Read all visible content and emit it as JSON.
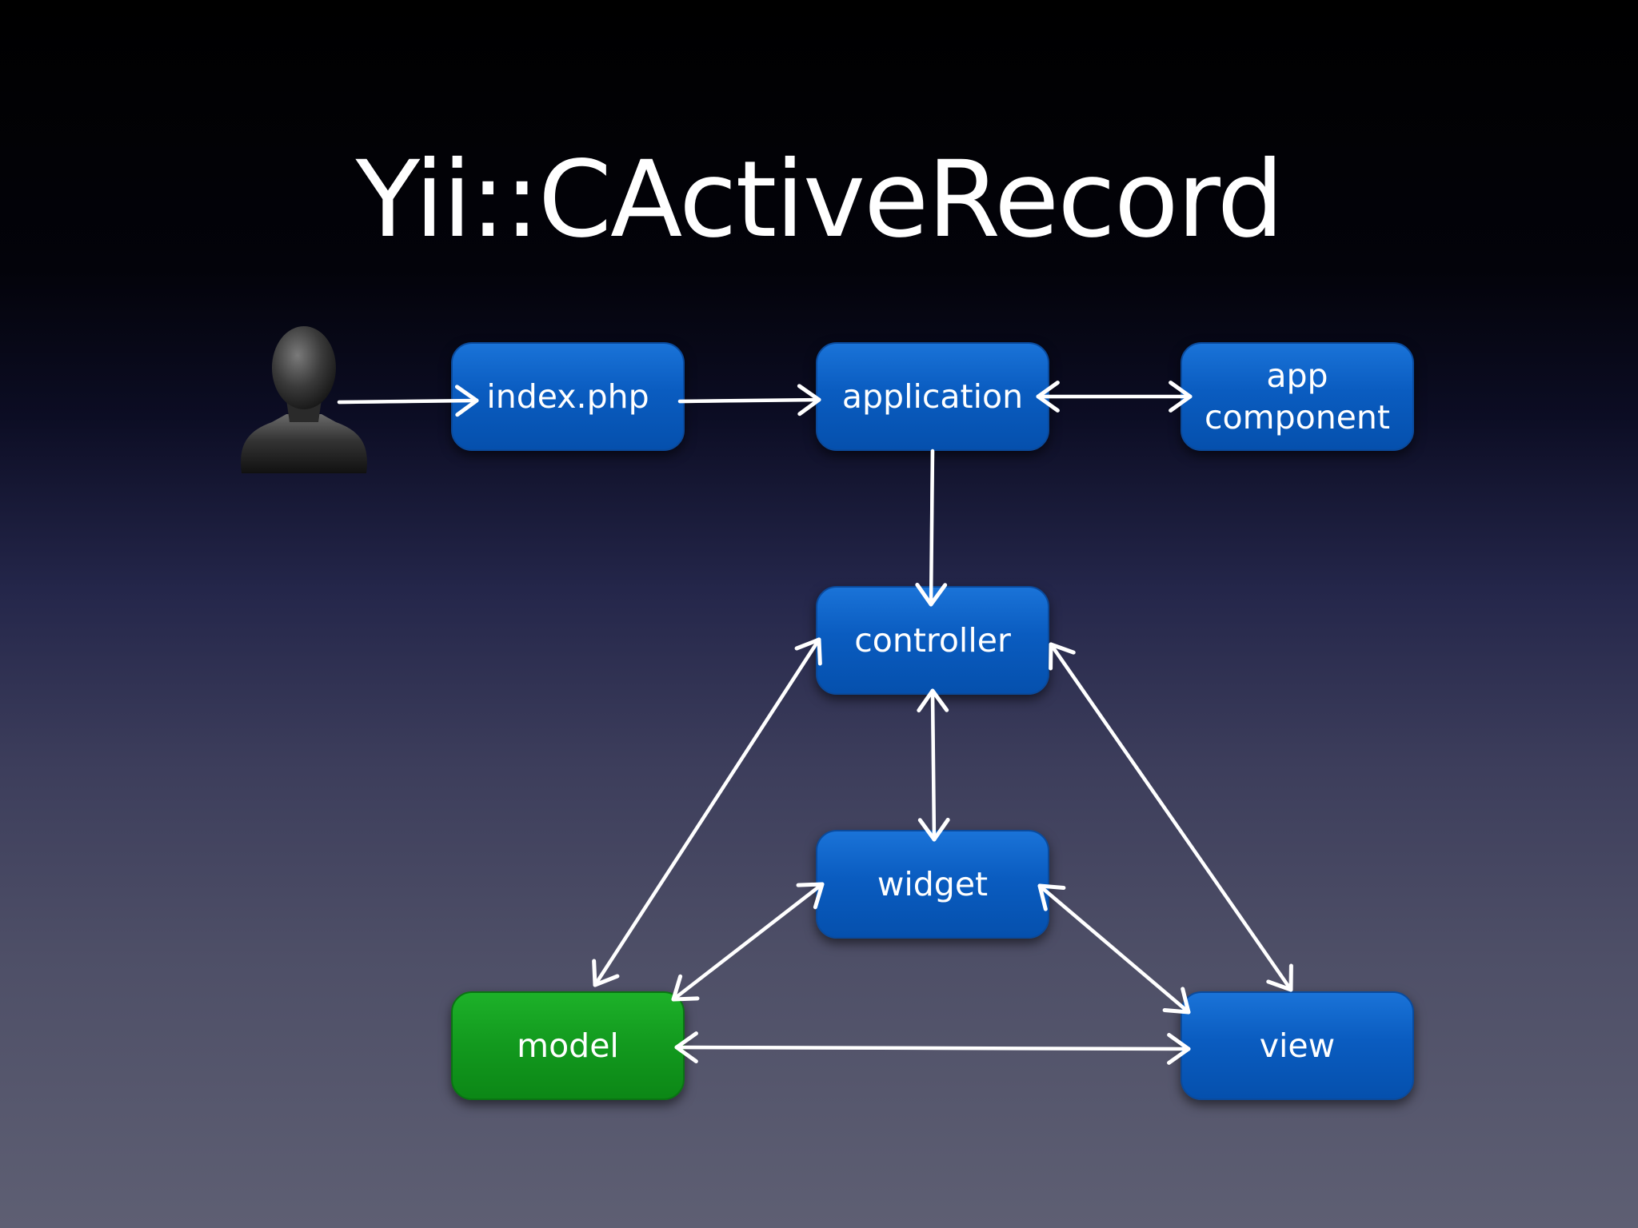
{
  "title": "Yii::CActiveRecord",
  "nodes": {
    "index": {
      "label": "index.php"
    },
    "application": {
      "label": "application"
    },
    "app_component": {
      "line1": "app",
      "line2": "component"
    },
    "controller": {
      "label": "controller"
    },
    "widget": {
      "label": "widget"
    },
    "model": {
      "label": "model"
    },
    "view": {
      "label": "view"
    }
  },
  "icons": {
    "user": "user-silhouette-icon"
  },
  "colors": {
    "node_blue": "#0a5cc0",
    "node_highlight_green": "#12991e",
    "arrow": "#ffffff",
    "title": "#ffffff"
  }
}
